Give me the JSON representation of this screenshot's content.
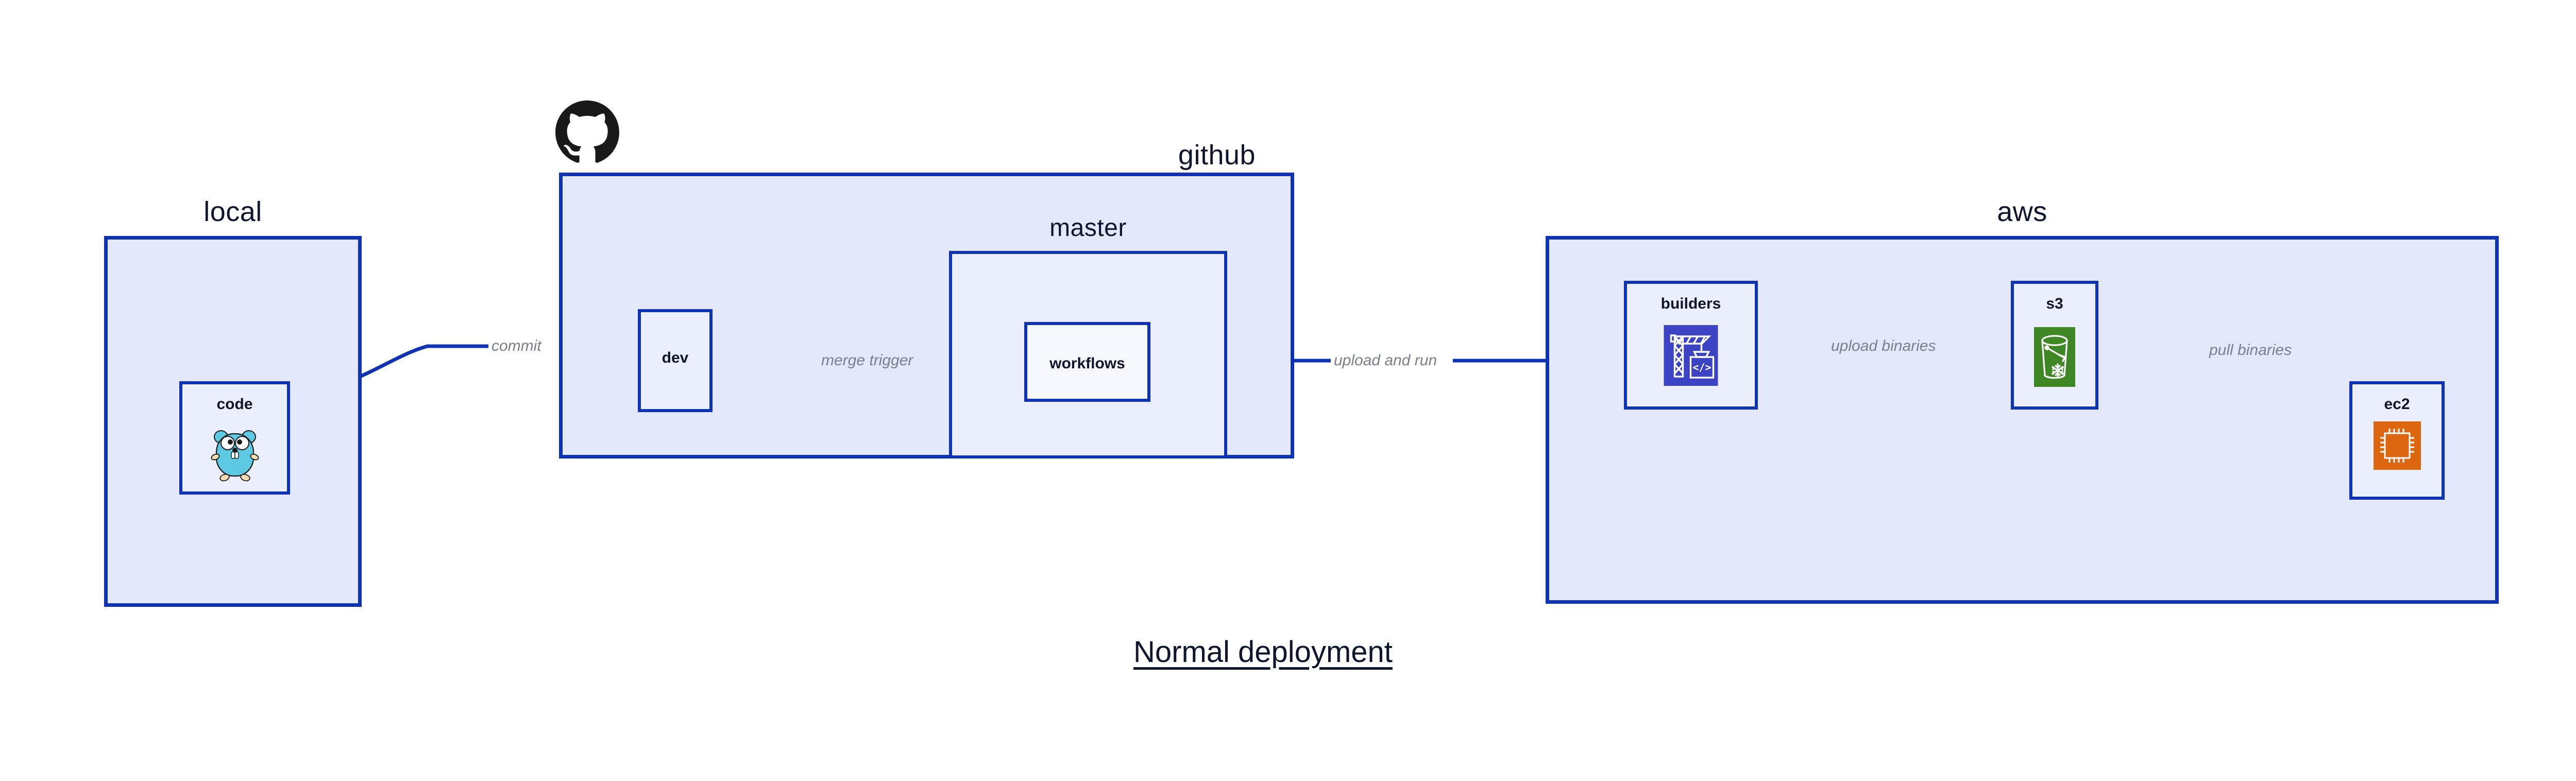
{
  "diagram": {
    "title": "Normal deployment",
    "accent_color": "#0f33b5",
    "group_fill": "#e3e8fb",
    "node_fill": "#eceffd",
    "label_color": "#7a7f8c",
    "text_color": "#10152e"
  },
  "groups": [
    {
      "id": "local",
      "label": "local"
    },
    {
      "id": "github",
      "label": "github"
    },
    {
      "id": "master",
      "label": "master"
    },
    {
      "id": "aws",
      "label": "aws"
    }
  ],
  "nodes": [
    {
      "id": "code",
      "label": "code",
      "icon": "go-gopher-icon",
      "icon_color": "#5dc9e2"
    },
    {
      "id": "dev",
      "label": "dev",
      "icon": "none",
      "icon_color": ""
    },
    {
      "id": "workflows",
      "label": "workflows",
      "icon": "none",
      "icon_color": ""
    },
    {
      "id": "builders",
      "label": "builders",
      "icon": "aws-codebuild-icon",
      "icon_color": "#3c43c4"
    },
    {
      "id": "s3",
      "label": "s3",
      "icon": "aws-s3-bucket-icon",
      "icon_color": "#3f8624"
    },
    {
      "id": "ec2",
      "label": "ec2",
      "icon": "aws-ec2-chip-icon",
      "icon_color": "#dd6611"
    }
  ],
  "edges": [
    {
      "id": "code-dev",
      "from": "code",
      "to": "dev",
      "label": "commit"
    },
    {
      "id": "dev-workflows",
      "from": "dev",
      "to": "workflows",
      "label": "merge trigger"
    },
    {
      "id": "workflows-build",
      "from": "workflows",
      "to": "builders",
      "label": "upload and run"
    },
    {
      "id": "builders-s3",
      "from": "builders",
      "to": "s3",
      "label": "upload binaries"
    },
    {
      "id": "s3-ec2",
      "from": "s3",
      "to": "ec2",
      "label": "pull binaries"
    }
  ],
  "logos": [
    {
      "id": "github-octocat",
      "name": "github-octocat-logo",
      "color": "#191919"
    }
  ]
}
